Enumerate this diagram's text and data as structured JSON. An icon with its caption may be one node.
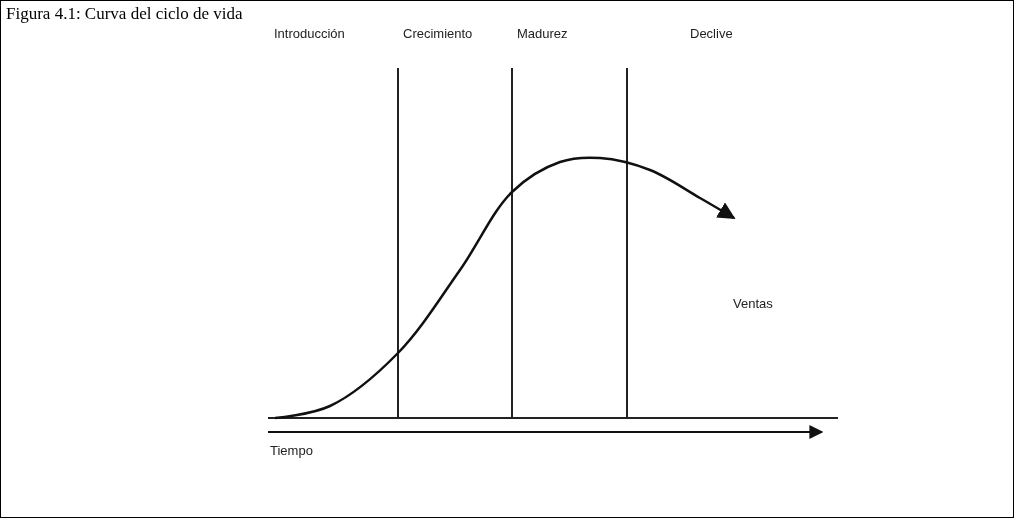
{
  "diagram": {
    "title": "Figura 4.1: Curva del ciclo de vida",
    "labels": [
      "Introducción",
      "Crecimiento",
      "Madurez",
      "Declive",
      "Ventas",
      "Tiempo"
    ]
  }
}
